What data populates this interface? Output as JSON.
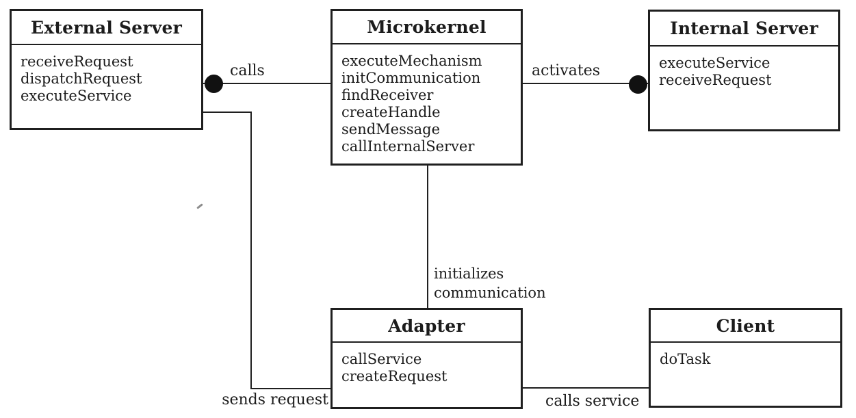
{
  "classes": {
    "external_server": {
      "title": "External Server",
      "methods": [
        "receiveRequest",
        "dispatchRequest",
        "executeService"
      ]
    },
    "microkernel": {
      "title": "Microkernel",
      "methods": [
        "executeMechanism",
        "initCommunication",
        "findReceiver",
        "createHandle",
        "sendMessage",
        "callInternalServer"
      ]
    },
    "internal_server": {
      "title": "Internal Server",
      "methods": [
        "executeService",
        "receiveRequest"
      ]
    },
    "adapter": {
      "title": "Adapter",
      "methods": [
        "callService",
        "createRequest"
      ]
    },
    "client": {
      "title": "Client",
      "methods": [
        "doTask"
      ]
    }
  },
  "relations": {
    "calls": {
      "label": "calls",
      "from": "External Server",
      "to": "Microkernel",
      "marker": "filled-circle-at-external-server"
    },
    "activates": {
      "label": "activates",
      "from": "Microkernel",
      "to": "Internal Server",
      "marker": "filled-circle-at-internal-server"
    },
    "initializes_communication": {
      "label_line1": "initializes",
      "label_line2": "communication",
      "from": "Microkernel",
      "to": "Adapter"
    },
    "sends_request": {
      "label": "sends request",
      "from": "External Server",
      "to": "Adapter"
    },
    "calls_service": {
      "label": "calls service",
      "from": "Adapter",
      "to": "Client"
    }
  },
  "colors": {
    "line": "#1f1f1f",
    "marker_fill": "#111111",
    "background": "#ffffff",
    "text": "#1c1c1c"
  }
}
